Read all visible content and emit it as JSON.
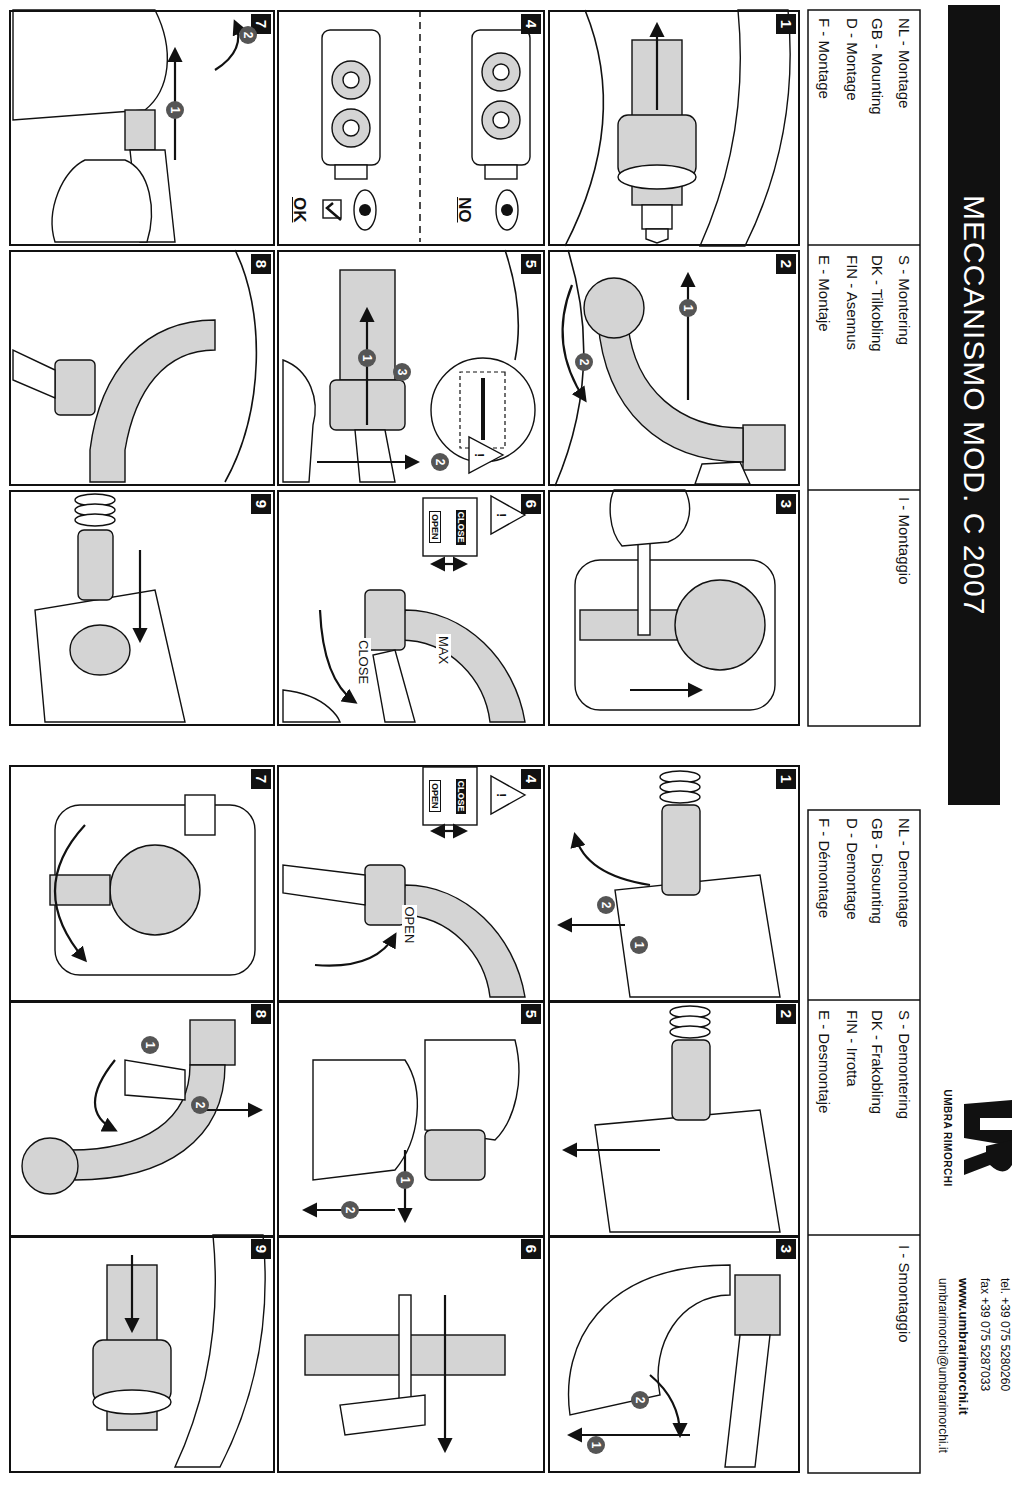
{
  "diagram": {
    "title": "MECCANISMO MOD. C 2007",
    "nodes": [
      {
        "text": [
          "1"
        ]
      },
      {
        "text": [
          "2"
        ]
      },
      {
        "text": [
          "3"
        ]
      },
      {
        "text": [
          "4"
        ]
      },
      {
        "text": [
          "5"
        ]
      },
      {
        "text": [
          "6"
        ]
      },
      {
        "text": [
          "7"
        ]
      },
      {
        "text": [
          "8"
        ]
      },
      {
        "text": [
          "9"
        ]
      },
      {
        "text": [
          "1"
        ]
      },
      {
        "text": [
          "2"
        ]
      },
      {
        "text": [
          "3"
        ]
      },
      {
        "text": [
          "4"
        ]
      },
      {
        "text": [
          "5"
        ]
      },
      {
        "text": [
          "6"
        ]
      },
      {
        "text": [
          "7"
        ]
      },
      {
        "text": [
          "8"
        ]
      },
      {
        "text": [
          "9"
        ]
      }
    ],
    "labels": [
      "NL - Montage",
      "GB - Mounting",
      "D - Montage",
      "F - Montage",
      "S - Montering",
      "DK - Tilkobling",
      "FIN - Asennus",
      "E - Montaje",
      "I - Montaggio",
      "NL - Demontage",
      "GB - Disounting",
      "D - Demontage",
      "F - Démontage",
      "S - Demontering",
      "DK - Frakobling",
      "FIN - Irrotta",
      "E - Desmontaje",
      "I - Smontaggio",
      "UMBRA RIMORCHI",
      "tel. +39 075 5280260",
      "fax +39 075 5287033",
      "www.umbrarimorchi.it",
      "umbrarimorchi@umbrarimorchi.it",
      "1",
      "2",
      "NO",
      "OK",
      "!",
      "1",
      "2",
      "3",
      "!",
      "CLOSE",
      "OPEN",
      "MAX",
      "CLOSE",
      "2",
      "1",
      "1",
      "2",
      "1",
      "2",
      "!",
      "CLOSE",
      "OPEN",
      "OPEN",
      "1",
      "2",
      "1",
      "2"
    ]
  }
}
